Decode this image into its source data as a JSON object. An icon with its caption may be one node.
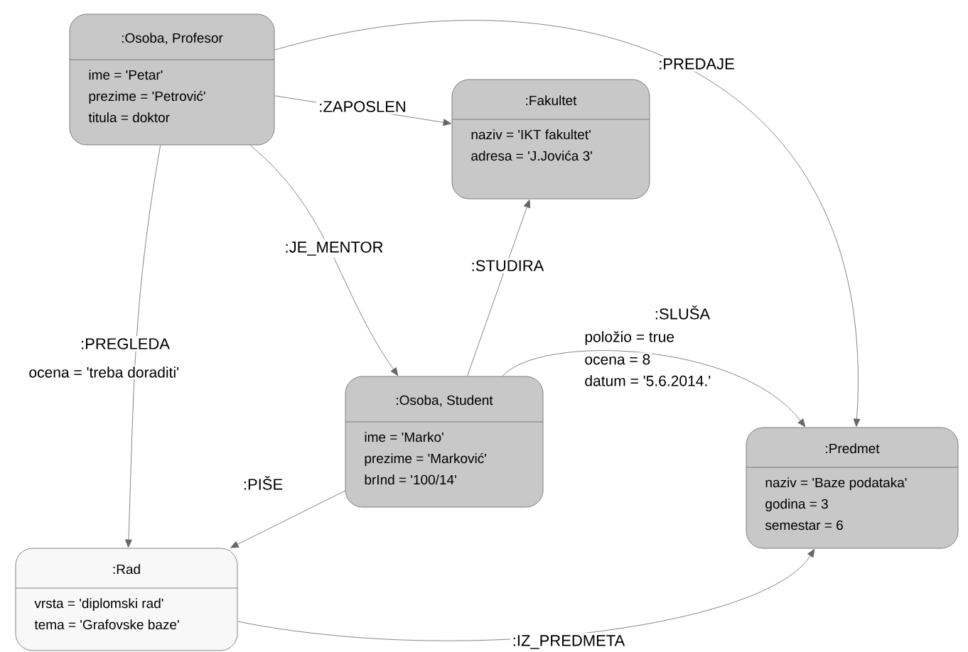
{
  "diagram": {
    "nodes": [
      {
        "text": [
          ":Osoba, Profesor",
          "ime = 'Petar'",
          "prezime = 'Petrović'",
          "titula = doktor"
        ]
      },
      {
        "text": [
          ":Fakultet",
          "naziv = 'IKT fakultet'",
          "adresa = 'J.Jovića 3'"
        ]
      },
      {
        "text": [
          ":Osoba, Student",
          "ime = 'Marko'",
          "prezime = 'Marković'",
          "brInd = '100/14'"
        ]
      },
      {
        "text": [
          ":Predmet",
          "naziv = 'Baze podataka'",
          "godina = 3",
          "semestar = 6"
        ]
      },
      {
        "text": [
          ":Rad",
          "vrsta = 'diplomski rad'",
          "tema = 'Grafovske baze'"
        ]
      }
    ],
    "edges": [
      {
        "from": 0,
        "to": 1,
        "arrow": "to",
        "label": ":ZAPOSLEN"
      },
      {
        "from": 0,
        "to": 3,
        "arrow": "to",
        "label": ":PREDAJE"
      },
      {
        "from": 0,
        "to": 2,
        "arrow": "to",
        "label": ":JE_MENTOR"
      },
      {
        "from": 2,
        "to": 1,
        "arrow": "to",
        "label": ":STUDIRA"
      },
      {
        "from": 2,
        "to": 3,
        "arrow": "to",
        "label": ":SLUŠA"
      },
      {
        "from": 0,
        "to": 4,
        "arrow": "to",
        "label": ":PREGLEDA"
      },
      {
        "from": 2,
        "to": 4,
        "arrow": "to",
        "label": ":PIŠE"
      },
      {
        "from": 4,
        "to": 3,
        "arrow": "to",
        "label": ":IZ_PREDMETA"
      }
    ],
    "labels": [
      "položio = true",
      "ocena = 8",
      "datum = '5.6.2014.'",
      "ocena = 'treba doraditi'"
    ]
  }
}
